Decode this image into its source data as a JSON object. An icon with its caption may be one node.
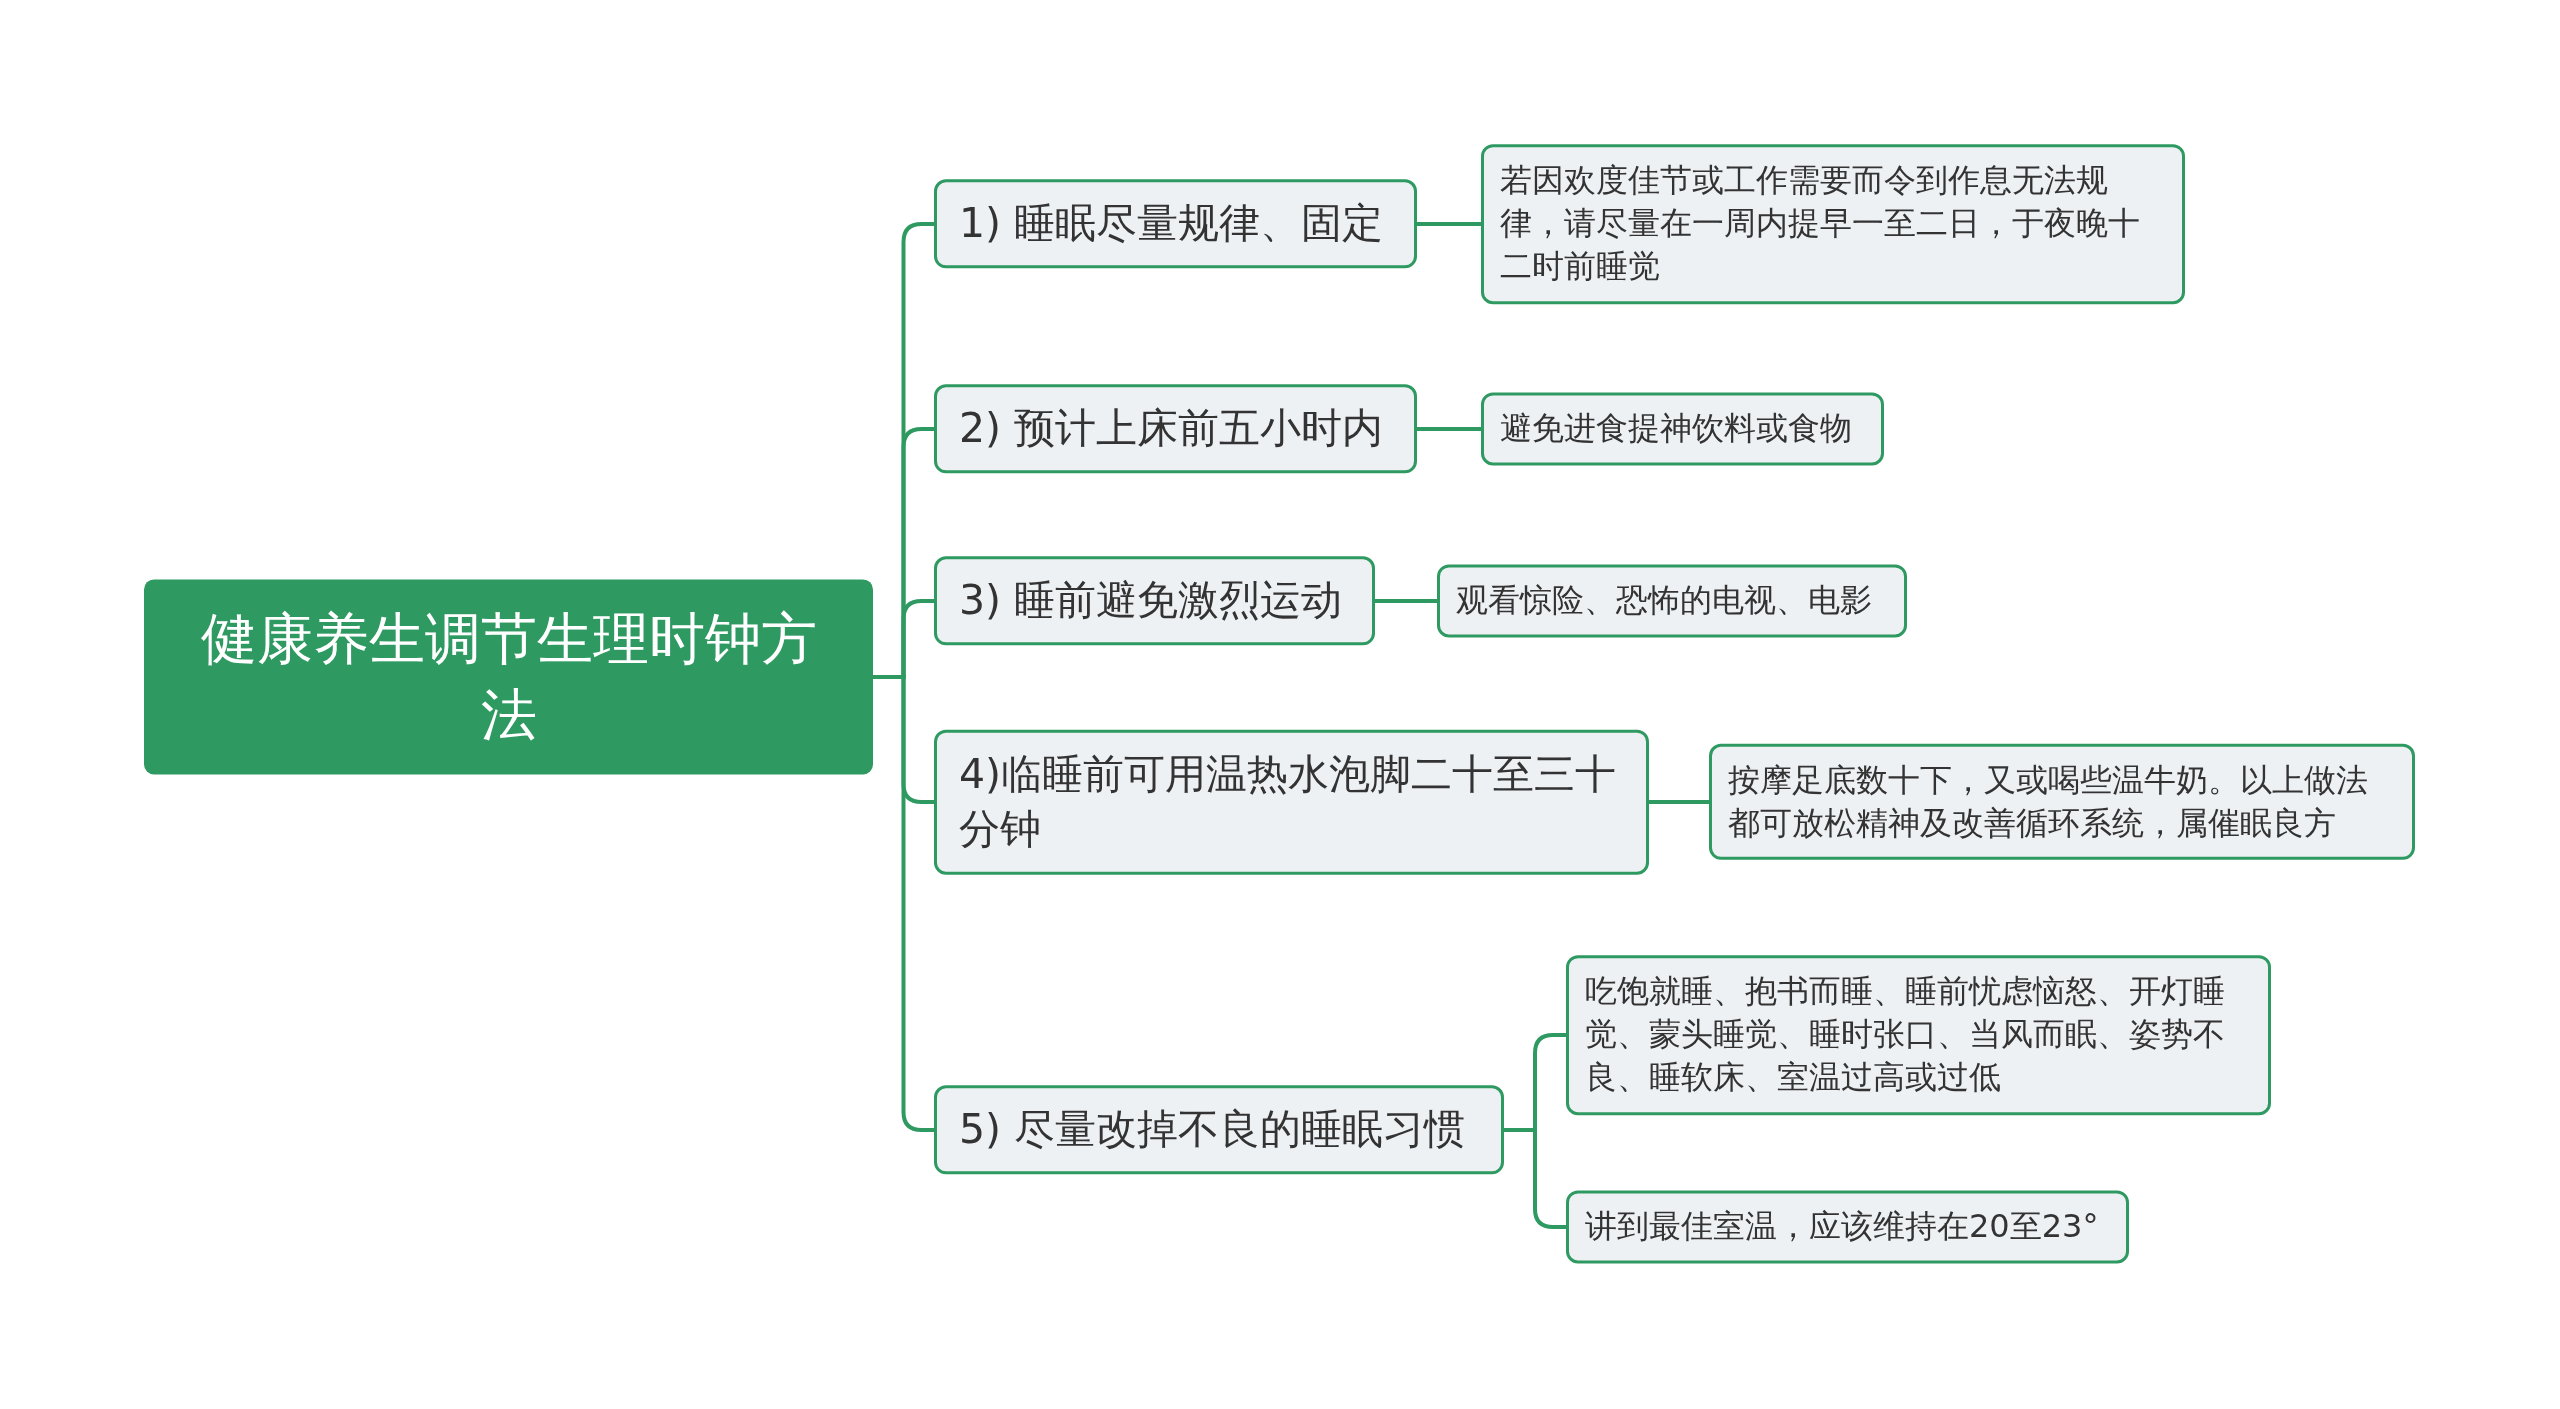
{
  "diagram": {
    "nodes": [
      {
        "text": [
          "健康养生调节生理时钟方法"
        ]
      },
      {
        "text": [
          "1) 睡眠尽量规律、固定"
        ]
      },
      {
        "text": [
          "若因欢度佳节或工作需要而令到作息无法规律，请尽量在一周内提早一至二日，于夜晚十二时前睡觉"
        ]
      },
      {
        "text": [
          "2) 预计上床前五小时内"
        ]
      },
      {
        "text": [
          "避免进食提神饮料或食物"
        ]
      },
      {
        "text": [
          "3) 睡前避免激烈运动"
        ]
      },
      {
        "text": [
          "观看惊险、恐怖的电视、电影"
        ]
      },
      {
        "text": [
          "4)临睡前可用温热水泡脚二十至三十分钟"
        ]
      },
      {
        "text": [
          "按摩足底数十下，又或喝些温牛奶。以上做法都可放松精神及改善循环系统，属催眠良方"
        ]
      },
      {
        "text": [
          "5) 尽量改掉不良的睡眠习惯"
        ]
      },
      {
        "text": [
          "吃饱就睡、抱书而睡、睡前忧虑恼怒、开灯睡觉、蒙头睡觉、睡时张口、当风而眠、姿势不良、睡软床、室温过高或过低"
        ]
      },
      {
        "text": [
          "讲到最佳室温，应该维持在20至23°"
        ]
      }
    ],
    "edges": [
      {
        "from": 0,
        "to": 1,
        "arrow": "none"
      },
      {
        "from": 0,
        "to": 3,
        "arrow": "none"
      },
      {
        "from": 0,
        "to": 5,
        "arrow": "none"
      },
      {
        "from": 0,
        "to": 7,
        "arrow": "none"
      },
      {
        "from": 0,
        "to": 9,
        "arrow": "none"
      },
      {
        "from": 1,
        "to": 2,
        "arrow": "none"
      },
      {
        "from": 3,
        "to": 4,
        "arrow": "none"
      },
      {
        "from": 5,
        "to": 6,
        "arrow": "none"
      },
      {
        "from": 7,
        "to": 8,
        "arrow": "none"
      },
      {
        "from": 9,
        "to": 10,
        "arrow": "none"
      },
      {
        "from": 9,
        "to": 11,
        "arrow": "none"
      }
    ]
  }
}
